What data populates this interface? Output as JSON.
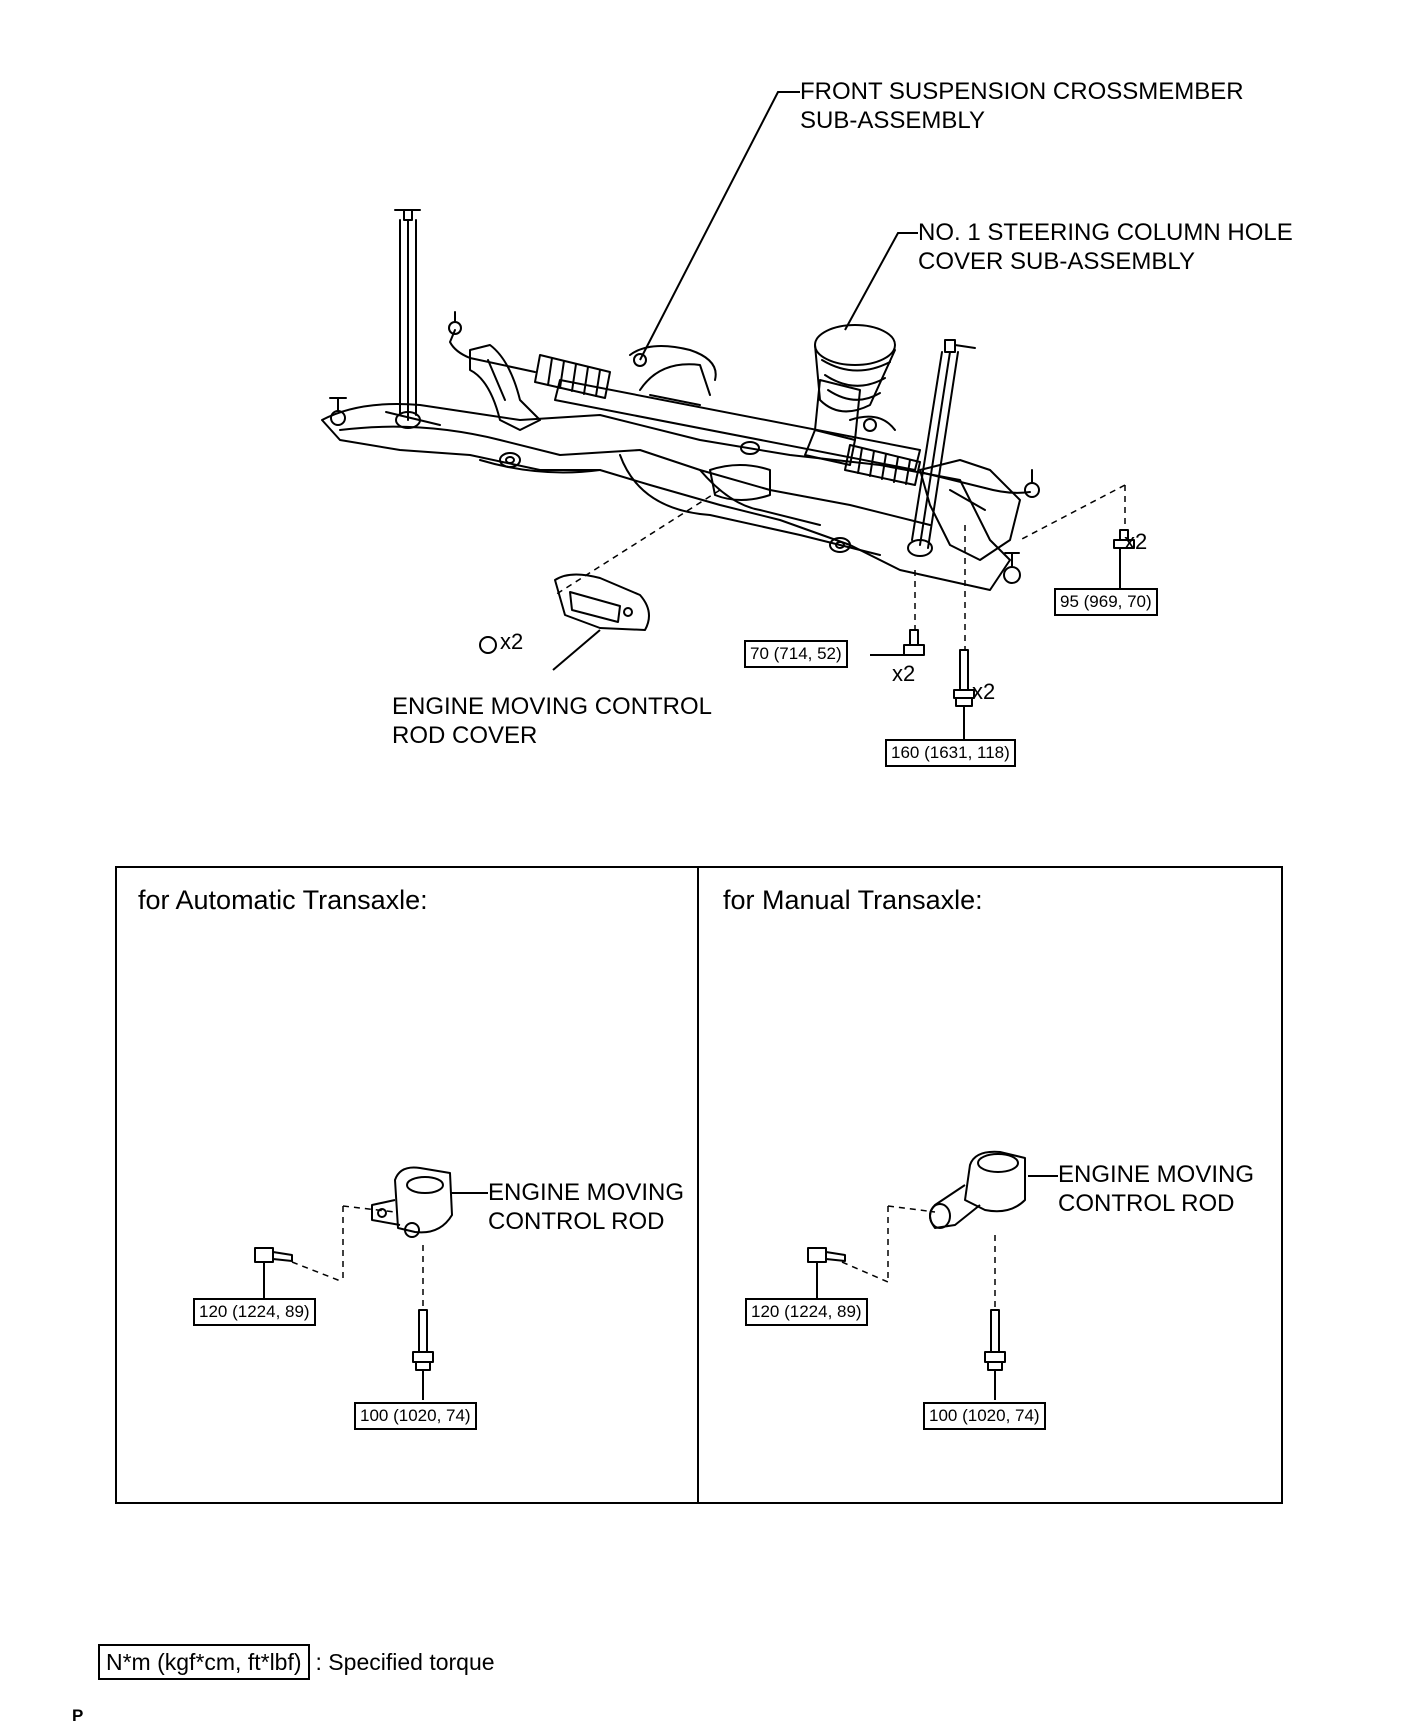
{
  "labels": {
    "crossmember": [
      "FRONT SUSPENSION CROSSMEMBER",
      "SUB-ASSEMBLY"
    ],
    "steering_cover": [
      "NO. 1 STEERING COLUMN HOLE",
      "COVER SUB-ASSEMBLY"
    ],
    "rod_cover": [
      "ENGINE MOVING CONTROL",
      "ROD COVER"
    ],
    "control_rod_at": [
      "ENGINE MOVING",
      "CONTROL ROD"
    ],
    "control_rod_mt": [
      "ENGINE MOVING",
      "CONTROL ROD"
    ]
  },
  "torques": {
    "t95": "95 (969, 70)",
    "t70": "70 (714, 52)",
    "t160": "160 (1631, 118)",
    "at_120": "120 (1224, 89)",
    "at_100": "100 (1020, 74)",
    "mt_120": "120 (1224, 89)",
    "mt_100": "100 (1020, 74)"
  },
  "quantities": {
    "q95": "x2",
    "q70": "x2",
    "q160": "x2",
    "qcover": "x2"
  },
  "panels": {
    "automatic": "for Automatic Transaxle:",
    "manual": "for Manual Transaxle:"
  },
  "legend": {
    "unit_box": "N*m (kgf*cm, ft*lbf)",
    "description": ": Specified torque"
  },
  "footer_mark": "P"
}
